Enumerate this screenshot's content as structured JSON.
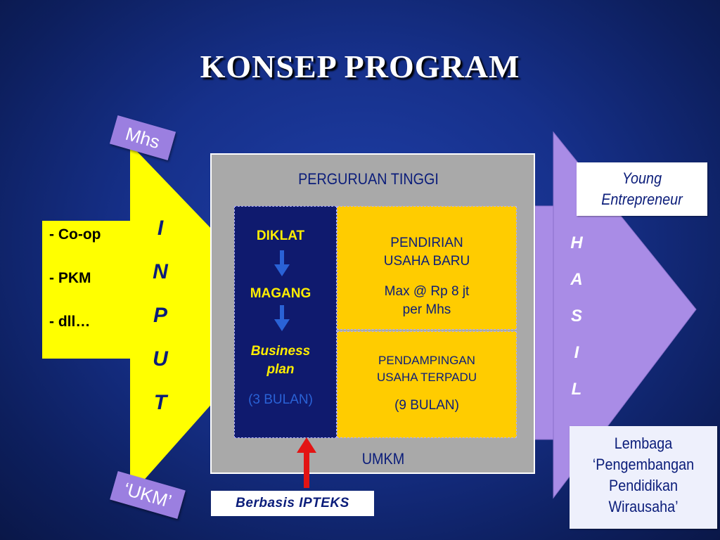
{
  "title": "KONSEP PROGRAM",
  "tags": {
    "mhs": "Mhs",
    "ukm": "‘UKM’"
  },
  "input_items": [
    "- Co-op",
    "- PKM",
    "- dll…"
  ],
  "input_letters": [
    "I",
    "N",
    "P",
    "U",
    "T"
  ],
  "hasil_letters": [
    "H",
    "A",
    "S",
    "I",
    "L"
  ],
  "perguruan_tinggi": "PERGURUAN TINGGI",
  "umkm": "UMKM",
  "stages": {
    "diklat": "DIKLAT",
    "magang": "MAGANG",
    "business_plan_line1": "Business",
    "business_plan_line2": "plan",
    "duration": "(3 BULAN)"
  },
  "pendirian": {
    "line1": "PENDIRIAN",
    "line2": "USAHA BARU",
    "line3": "Max @ Rp 8 jt",
    "line4": "per Mhs"
  },
  "pendampingan": {
    "line1": "PENDAMPINGAN",
    "line2": "USAHA TERPADU",
    "line3": "(9 BULAN)"
  },
  "young_entrepreneur": {
    "line1": "Young",
    "line2": "Entrepreneur"
  },
  "lembaga": {
    "line1": "Lembaga",
    "line2": "‘Pengembangan",
    "line3": "Pendidikan",
    "line4": "Wirausaha’"
  },
  "ipteks": "Berbasis IPTEKS",
  "colors": {
    "background": "#16308a",
    "input_arrow": "#ffff00",
    "hasil_arrow": "#a98ce6",
    "gray_box": "#a9a9a9",
    "navy": "#0f1a6e",
    "yellow_box": "#ffcc00",
    "red_arrow": "#e31414",
    "tag": "#9b7fe0"
  }
}
